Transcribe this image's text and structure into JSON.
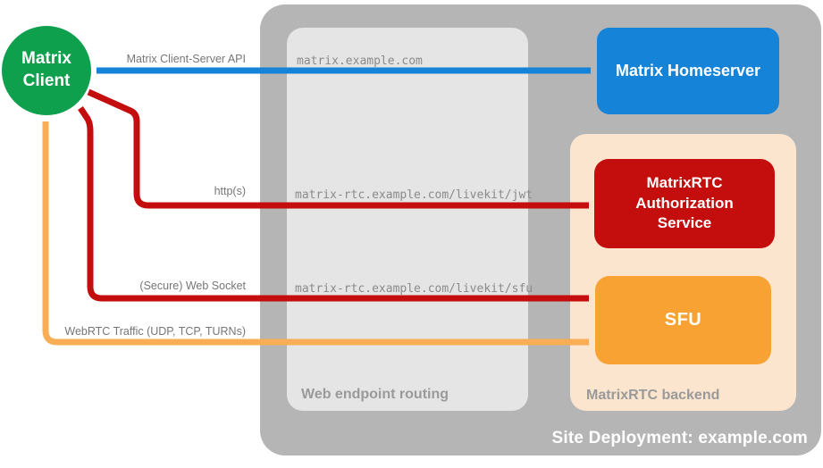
{
  "nodes": {
    "client": {
      "label": "Matrix Client",
      "color": "#0fa04e"
    },
    "homeserver": {
      "label": "Matrix Homeserver",
      "color": "#1583d8"
    },
    "auth_service": {
      "label": "MatrixRTC Authorization Service",
      "color": "#c40d0d"
    },
    "sfu": {
      "label": "SFU",
      "color": "#f8a233"
    }
  },
  "containers": {
    "site_deployment": {
      "label": "Site Deployment: example.com",
      "color": "#b5b5b5"
    },
    "web_endpoint_routing": {
      "label": "Web endpoint routing",
      "color": "#e5e5e5"
    },
    "matrixrtc_backend": {
      "label": "MatrixRTC backend",
      "color": "#fbe5ce"
    }
  },
  "connections": [
    {
      "protocol": "Matrix Client-Server API",
      "endpoint": "matrix.example.com",
      "from": "Matrix Client",
      "to": "Matrix Homeserver",
      "color": "#1583d8",
      "bidirectional": true
    },
    {
      "protocol": "http(s)",
      "endpoint": "matrix-rtc.example.com/livekit/jwt",
      "from": "Matrix Client",
      "to": "MatrixRTC Authorization Service",
      "color": "#c40d0d",
      "bidirectional": true
    },
    {
      "protocol": "(Secure) Web Socket",
      "endpoint": "matrix-rtc.example.com/livekit/sfu",
      "from": "Matrix Client",
      "to": "SFU",
      "color": "#c40d0d",
      "bidirectional": true
    },
    {
      "protocol": "WebRTC Traffic (UDP, TCP, TURNs)",
      "endpoint": "",
      "from": "Matrix Client",
      "to": "SFU",
      "color": "#f9ad55",
      "bidirectional": true
    }
  ]
}
